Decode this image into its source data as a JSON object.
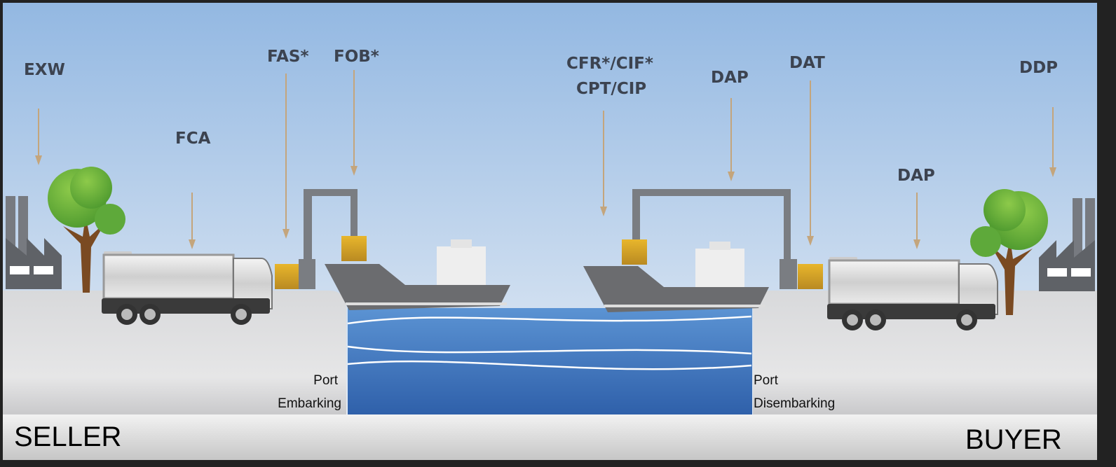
{
  "terms": {
    "exw": "EXW",
    "fca": "FCA",
    "fas": "FAS*",
    "fob": "FOB*",
    "cfr_cif": "CFR*/CIF*",
    "cpt_cip": "CPT/CIP",
    "dap_port": "DAP",
    "dat": "DAT",
    "dap_road": "DAP",
    "ddp": "DDP"
  },
  "ports": {
    "embark_line1": "Port",
    "embark_line2": "Embarking",
    "disembark_line1": "Port",
    "disembark_line2": "Disembarking"
  },
  "parties": {
    "seller": "SELLER",
    "buyer": "BUYER"
  },
  "colors": {
    "sky": "#93b8e2",
    "water": "#3f7fc4",
    "arrow": "#c4a57c",
    "cargo": "#d9a82a",
    "tree": "#6cb33f",
    "label": "#3c4350"
  }
}
